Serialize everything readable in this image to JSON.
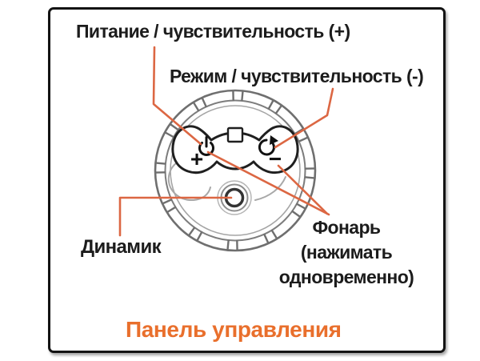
{
  "diagram": {
    "title": "Панель управления",
    "labels": {
      "power": "Питание / чувствительность (+)",
      "mode": "Режим / чувствительность (-)",
      "speaker": "Динамик",
      "flashlight": "Фонарь\n(нажимать\nодновременно)"
    },
    "buttons": {
      "power_plus": "+",
      "mode_minus": "−"
    },
    "icons": {
      "power": "power-icon",
      "mode": "mode-rotate-icon",
      "speaker": "speaker-icon"
    },
    "colors": {
      "leader_line": "#DC6743",
      "title_orange": "#E96F2C",
      "line_art_gray": "#6F6F6F",
      "text_black": "#1C1C1C"
    }
  }
}
